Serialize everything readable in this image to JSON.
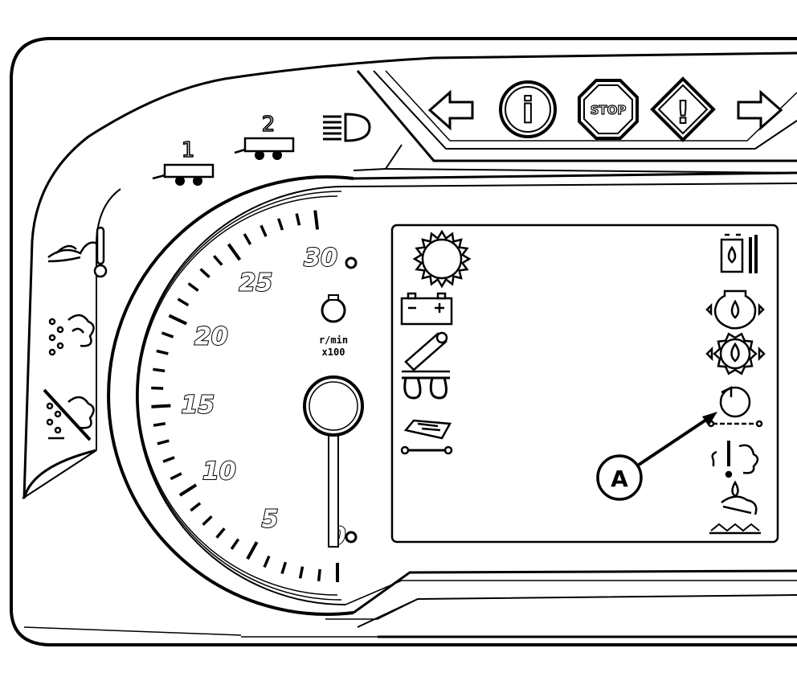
{
  "tachometer": {
    "tick_labels": [
      "0",
      "5",
      "10",
      "15",
      "20",
      "25",
      "30"
    ],
    "unit_line1": "r/min",
    "unit_line2": "x100"
  },
  "trailer_indicators": [
    {
      "label": "1",
      "icon": "trailer-1-icon"
    },
    {
      "label": "2",
      "icon": "trailer-2-icon"
    }
  ],
  "top_bar_icons": [
    "left-turn-arrow-icon",
    "info-icon",
    "stop-icon",
    "warning-diamond-icon",
    "right-turn-arrow-icon"
  ],
  "stop_text": "STOP",
  "info_text": "i",
  "warning_text": "!",
  "callout": {
    "label": "A"
  },
  "left_indicators": [
    "coolant-temperature-icon",
    "transmission-pressure-icon",
    "transmission-fault-icon"
  ],
  "lcd_left_icons": [
    "sun-work-light-icon",
    "battery-icon",
    "parking-brake-icon",
    "glow-plug-icon",
    "service-manual-icon"
  ],
  "lcd_right_icons": [
    "fuel-water-separator-icon",
    "engine-oil-pressure-icon",
    "engine-oil-pump-icon",
    "engine-air-filter-icon",
    "transmission-warning-icon",
    "hydraulic-oil-icon"
  ],
  "colors": {
    "line": "#000000",
    "background": "#ffffff"
  }
}
